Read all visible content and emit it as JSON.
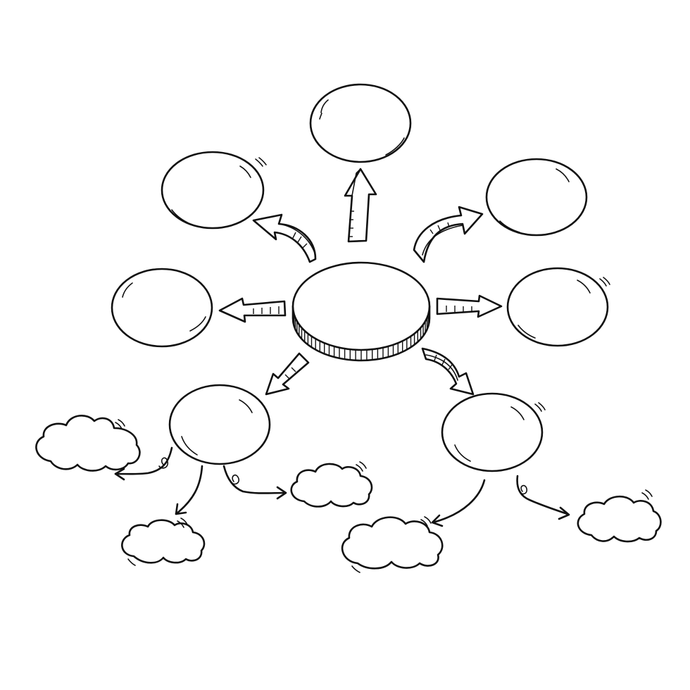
{
  "diagram": {
    "type": "mind-map",
    "central_node": {
      "shape": "coin",
      "text": ""
    },
    "primary_nodes": [
      {
        "id": "top",
        "shape": "ellipse",
        "text": ""
      },
      {
        "id": "upper-left",
        "shape": "ellipse",
        "text": ""
      },
      {
        "id": "upper-right",
        "shape": "ellipse",
        "text": ""
      },
      {
        "id": "left",
        "shape": "ellipse",
        "text": ""
      },
      {
        "id": "right",
        "shape": "ellipse",
        "text": ""
      },
      {
        "id": "lower-left",
        "shape": "ellipse",
        "text": ""
      },
      {
        "id": "lower-right",
        "shape": "ellipse",
        "text": ""
      }
    ],
    "secondary_nodes": [
      {
        "id": "cloud-left",
        "parent": "lower-left",
        "shape": "cloud",
        "text": ""
      },
      {
        "id": "cloud-bottom-left",
        "parent": "lower-left",
        "shape": "cloud",
        "text": ""
      },
      {
        "id": "cloud-middle",
        "parent": "lower-left",
        "shape": "cloud",
        "text": ""
      },
      {
        "id": "cloud-bottom-right",
        "parent": "lower-right",
        "shape": "cloud",
        "text": ""
      },
      {
        "id": "cloud-right",
        "parent": "lower-right",
        "shape": "cloud",
        "text": ""
      }
    ],
    "style": {
      "stroke_color": "#111111",
      "background": "#ffffff"
    }
  }
}
